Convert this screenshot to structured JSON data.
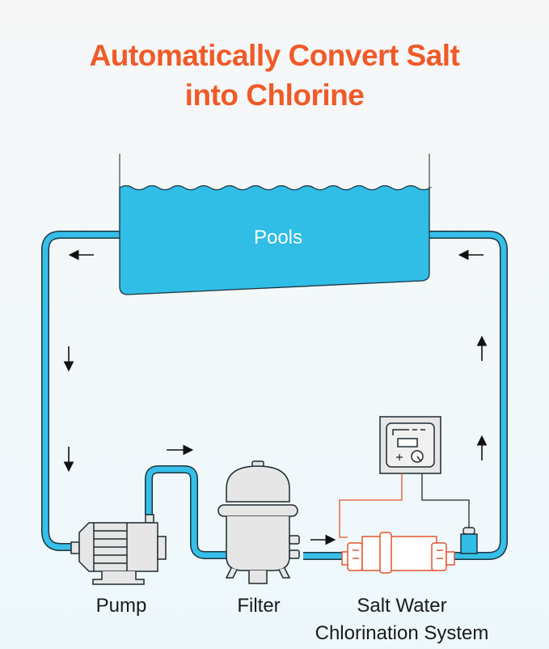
{
  "title": {
    "line1": "Automatically Convert Salt",
    "line2": "into Chlorine"
  },
  "pool": {
    "label": "Pools"
  },
  "components": {
    "pump": "Pump",
    "filter": "Filter",
    "chlorinator_line1": "Salt Water",
    "chlorinator_line2": "Chlorination System"
  },
  "colors": {
    "title": "#f05a28",
    "water": "#30bde6",
    "outline": "#1d3440",
    "chlorinator": "#e2552e",
    "equipment": "#e6e6e6"
  }
}
